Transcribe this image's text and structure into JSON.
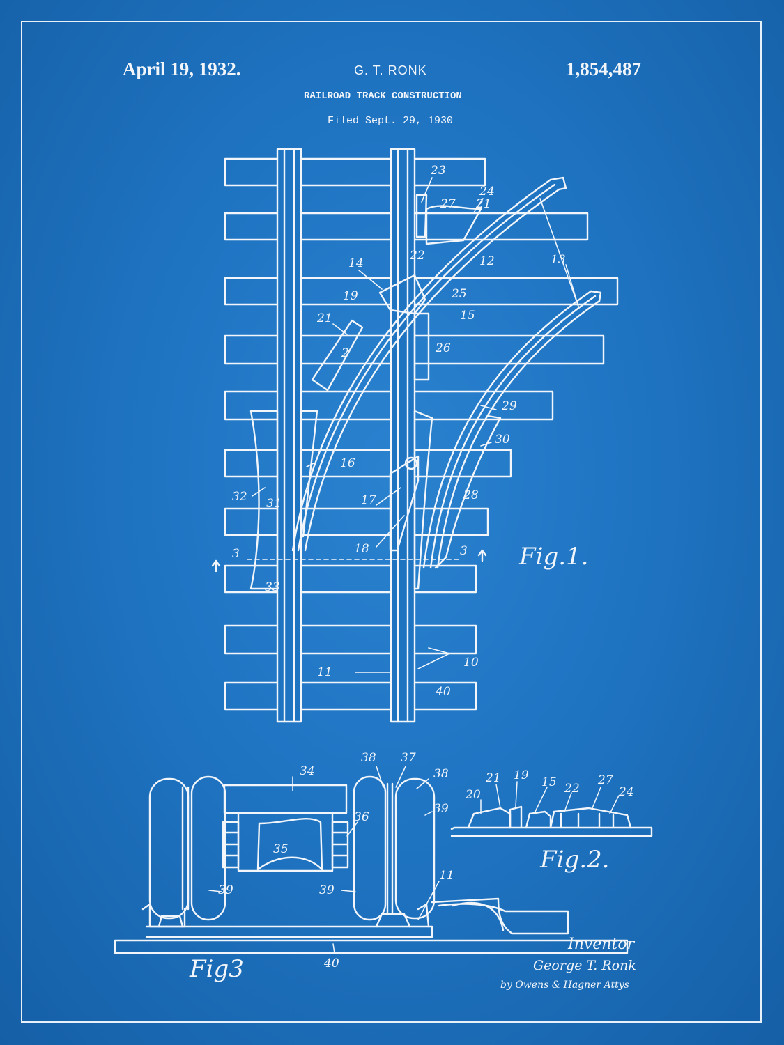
{
  "header": {
    "date": "April 19, 1932.",
    "inventor": "G. T. RONK",
    "patent_number": "1,854,487",
    "title": "RAILROAD TRACK CONSTRUCTION",
    "filed": "Filed Sept. 29, 1930"
  },
  "figures": {
    "fig1": "Fig.1.",
    "fig2": "Fig.2.",
    "fig3": "Fig3"
  },
  "signature": {
    "role": "Inventor",
    "name": "George T. Ronk",
    "attorneys": "by Owens & Hagner Attys"
  },
  "fig1_labels": [
    "23",
    "24",
    "27",
    "21",
    "22",
    "12",
    "13",
    "14",
    "19",
    "25",
    "15",
    "21",
    "2",
    "26",
    "29",
    "30",
    "16",
    "32",
    "31",
    "17",
    "28",
    "18",
    "3",
    "3",
    "33",
    "10",
    "11",
    "40"
  ],
  "fig2_labels": [
    "21",
    "19",
    "15",
    "22",
    "27",
    "24",
    "20"
  ],
  "fig3_labels": [
    "34",
    "38",
    "37",
    "38",
    "39",
    "36",
    "35",
    "39",
    "39",
    "11",
    "40"
  ],
  "colors": {
    "background": "#1f74c2",
    "line": "#f2f6fb"
  }
}
